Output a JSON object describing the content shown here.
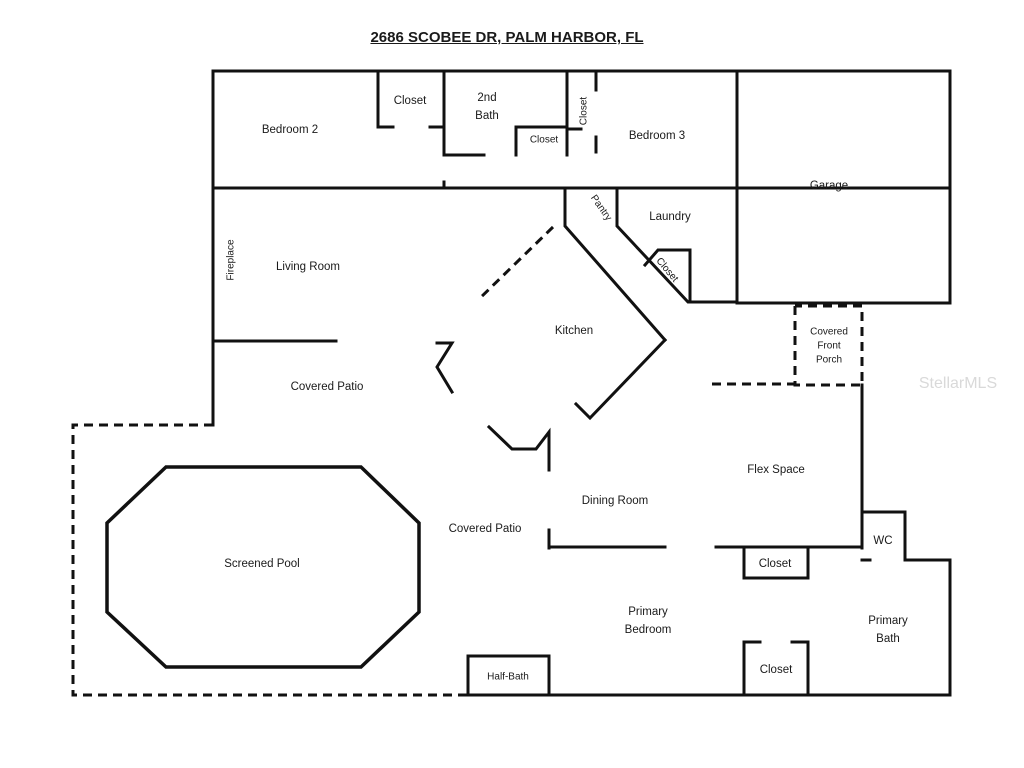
{
  "title": "2686 SCOBEE DR, PALM HARBOR, FL",
  "watermark": "StellarMLS",
  "rooms": {
    "closet_bed2": "Closet",
    "second_bath_line1": "2nd",
    "second_bath_line2": "Bath",
    "closet_bath": "Closet",
    "closet_vertical": "Closet",
    "bedroom2": "Bedroom 2",
    "bedroom3": "Bedroom 3",
    "garage": "Garage",
    "pantry": "Pantry",
    "laundry": "Laundry",
    "closet_laundry": "Closet",
    "fireplace": "Fireplace",
    "living_room": "Living Room",
    "kitchen": "Kitchen",
    "porch_line1": "Covered",
    "porch_line2": "Front",
    "porch_line3": "Porch",
    "covered_patio_top": "Covered Patio",
    "flex_space": "Flex Space",
    "dining_room": "Dining Room",
    "covered_patio_bottom": "Covered Patio",
    "screened_pool": "Screened Pool",
    "wc": "WC",
    "closet_flex": "Closet",
    "primary_bedroom_line1": "Primary",
    "primary_bedroom_line2": "Bedroom",
    "primary_bath_line1": "Primary",
    "primary_bath_line2": "Bath",
    "closet_primary": "Closet",
    "half_bath": "Half-Bath"
  }
}
